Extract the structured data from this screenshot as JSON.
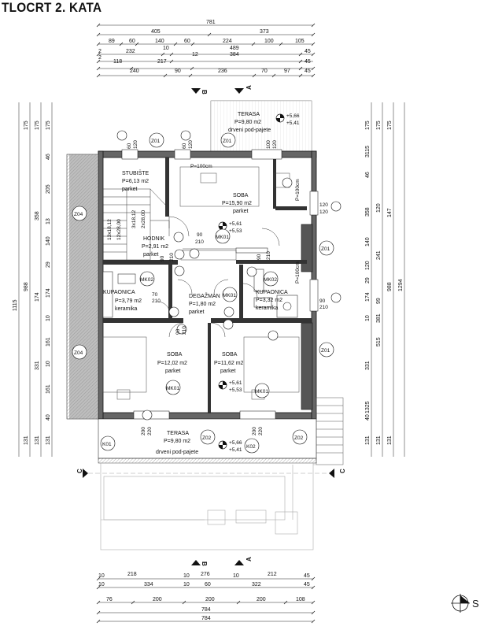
{
  "title": "TLOCRT 2. KATA",
  "compass_label": "S",
  "top_dims": {
    "row1": [
      "781"
    ],
    "row2": [
      "405",
      "373"
    ],
    "row3": [
      "89",
      "60",
      "140",
      "60",
      "224",
      "100",
      "105"
    ],
    "row4": [
      "232",
      "10",
      "489",
      "45"
    ],
    "row4b": [
      "12",
      "384"
    ],
    "row4c": [
      "2",
      "2"
    ],
    "row5": [
      "118",
      "217",
      "45"
    ],
    "row6": [
      "240",
      "90",
      "236",
      "70",
      "97",
      "45"
    ]
  },
  "bottom_dims": {
    "row1": [
      "10",
      "218",
      "10",
      "276",
      "10",
      "212",
      "45"
    ],
    "row2": [
      "10",
      "334",
      "10",
      "60",
      "322",
      "45"
    ],
    "row3": [
      "76",
      "200",
      "200",
      "200",
      "108"
    ],
    "row4": [
      "784"
    ],
    "row5": [
      "784"
    ]
  },
  "left_dims": {
    "col1": [
      "1115"
    ],
    "col2": [
      "175",
      "988",
      "131"
    ],
    "col3": [
      "175",
      "358",
      "174",
      "331",
      "131"
    ],
    "col4": [
      "175",
      "46",
      "205",
      "13",
      "140",
      "29",
      "174",
      "10",
      "161",
      "10",
      "161",
      "40",
      "131"
    ]
  },
  "right_dims": {
    "col1": [
      "175",
      "3115",
      "46",
      "358",
      "140",
      "120",
      "29",
      "174",
      "10",
      "331",
      "40",
      "1325",
      "131"
    ],
    "col2": [
      "175",
      "120",
      "241",
      "99",
      "381",
      "515",
      "131"
    ],
    "col3": [
      "175",
      "147",
      "988",
      "131"
    ],
    "col4": [
      "1294"
    ]
  },
  "rooms": [
    {
      "name": "STUBIŠTE",
      "area": "P=6,13 m2",
      "floor": "parket"
    },
    {
      "name": "SOBA",
      "area": "P=15,90 m2",
      "floor": "parket"
    },
    {
      "name": "HODNIK",
      "area": "P=2,91 m2",
      "floor": "parket"
    },
    {
      "name": "KUPAONICA",
      "area": "P=3,79 m2",
      "floor": "keramika"
    },
    {
      "name": "DEGAŽMAN",
      "area": "P=1,80 m2",
      "floor": "parket"
    },
    {
      "name": "KUPAONICA",
      "area": "P=3,32 m2",
      "floor": "keramika"
    },
    {
      "name": "SOBA",
      "area": "P=12,02 m2",
      "floor": "parket"
    },
    {
      "name": "SOBA",
      "area": "P=11,62 m2",
      "floor": "parket"
    },
    {
      "name": "TERASA",
      "area": "P=9,80 m2",
      "floor": "drveni pod-pajete"
    },
    {
      "name": "TERASA",
      "area": "P=9,80 m2",
      "floor": "drveni pod-pajete"
    }
  ],
  "stair_notes": [
    "13x18,12",
    "12x28,00",
    "3x18,12",
    "2x28,00"
  ],
  "wall_notes": [
    "P=100cm",
    "P=100cm",
    "P=100cm"
  ],
  "elevations": {
    "top_terrace": [
      "+5,66",
      "+5,41"
    ],
    "main": [
      "+5,61",
      "+5,53"
    ],
    "south_room": [
      "+5,61",
      "+5,53"
    ],
    "bottom_terrace": [
      "+5,66",
      "+5,41"
    ]
  },
  "tags": {
    "Z01": "Z01",
    "Z02": "Z02",
    "Z04": "Z04",
    "MK01": "MK01",
    "MK02": "MK02",
    "K01": "K01",
    "K02": "K02"
  },
  "opening_dims": [
    "60",
    "120",
    "60",
    "120",
    "100",
    "120",
    "90",
    "210",
    "90",
    "210",
    "70",
    "210",
    "90",
    "210",
    "90",
    "210",
    "120",
    "120",
    "90",
    "210",
    "200",
    "220",
    "200",
    "220"
  ],
  "section_markers": {
    "A": "A",
    "B": "B",
    "C": "C"
  }
}
